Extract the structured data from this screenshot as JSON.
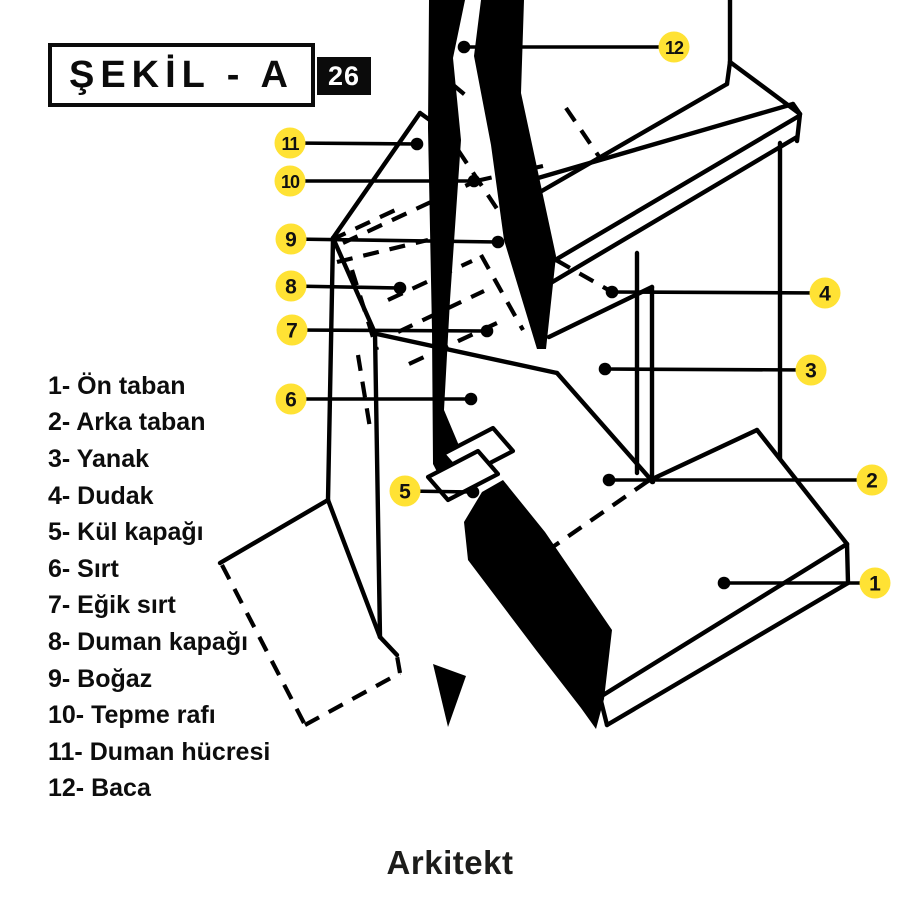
{
  "title": {
    "text": "ŞEKİL - A",
    "badge": "26"
  },
  "legend": {
    "items": [
      "1- Ön taban",
      "2- Arka taban",
      "3- Yanak",
      "4- Dudak",
      "5- Kül kapağı",
      "6- Sırt",
      "7- Eğik sırt",
      "8- Duman kapağı",
      "9- Boğaz",
      "10- Tepme rafı",
      "11- Duman hücresi",
      "12- Baca"
    ]
  },
  "callouts": [
    {
      "num": "1"
    },
    {
      "num": "2"
    },
    {
      "num": "3"
    },
    {
      "num": "4"
    },
    {
      "num": "5"
    },
    {
      "num": "6"
    },
    {
      "num": "7"
    },
    {
      "num": "8"
    },
    {
      "num": "9"
    },
    {
      "num": "10"
    },
    {
      "num": "11"
    },
    {
      "num": "12"
    }
  ],
  "brand": {
    "text": "Arkitekt"
  },
  "colors": {
    "accent_yellow": "#FFE234",
    "ink": "#000000",
    "brand_ink": "#1D1D1B"
  }
}
